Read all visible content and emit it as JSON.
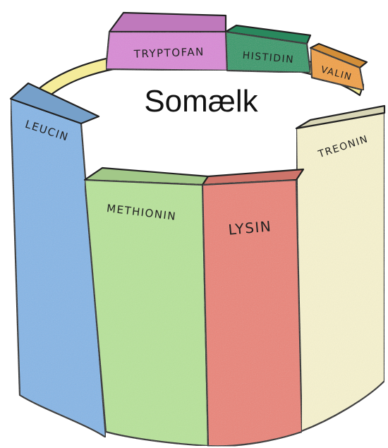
{
  "title": "Somælk",
  "staves": [
    {
      "id": "tryptofan",
      "label": "TRYPTOFAN",
      "color": "#d98ad6"
    },
    {
      "id": "histidin",
      "label": "HISTIDIN",
      "color": "#2f9a6a"
    },
    {
      "id": "valin",
      "label": "VALIN",
      "color": "#f0a140"
    },
    {
      "id": "leucin",
      "label": "LEUCIN",
      "color": "#86b6e6"
    },
    {
      "id": "treonin",
      "label": "TREONIN",
      "color": "#f7f3cf"
    },
    {
      "id": "methionin",
      "label": "METHIONIN",
      "color": "#b8e39a"
    },
    {
      "id": "lysin",
      "label": "LYSIN",
      "color": "#ea8478"
    }
  ],
  "back_rim_color": "#f5ec9a"
}
